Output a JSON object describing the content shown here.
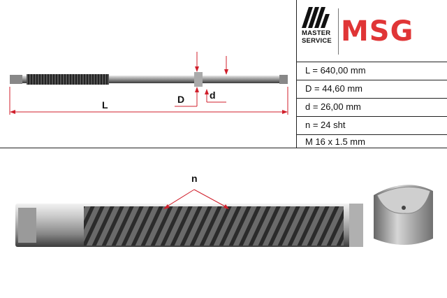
{
  "brand": {
    "mark_name": "master-service-icon",
    "sub_line1": "MASTER",
    "sub_line2": "SERVICE",
    "name": "MSG",
    "accent": "#e03536"
  },
  "dimensions": {
    "L": "L",
    "D": "D",
    "d": "d",
    "n": "n"
  },
  "specs": [
    "L = 640,00 mm",
    "D = 44,60 mm",
    "d = 26,00 mm",
    "n = 24 sht",
    "M 16 x 1.5 mm"
  ]
}
